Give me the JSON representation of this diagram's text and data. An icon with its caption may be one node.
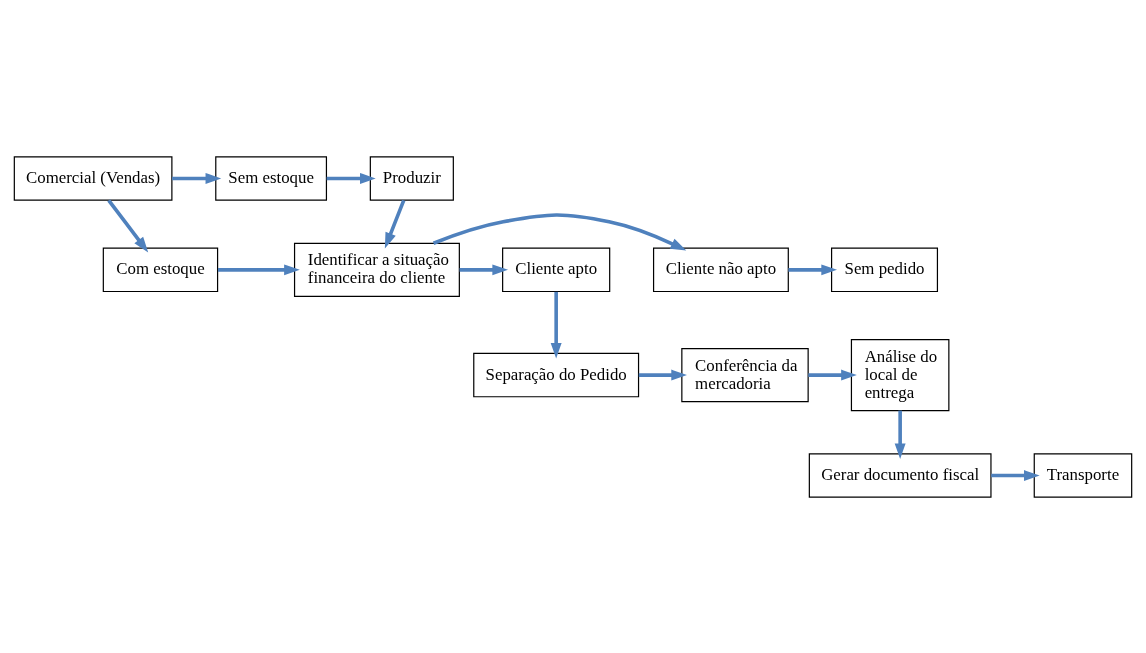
{
  "diagram": {
    "nodes": [
      {
        "text": [
          "Comercial (Vendas)"
        ]
      },
      {
        "text": [
          "Sem estoque"
        ]
      },
      {
        "text": [
          "Produzir"
        ]
      },
      {
        "text": [
          "Com estoque"
        ]
      },
      {
        "text": [
          "Identificar a situação financeira do cliente"
        ]
      },
      {
        "text": [
          "Cliente não apto"
        ]
      },
      {
        "text": [
          "Sem pedido"
        ]
      },
      {
        "text": [
          "Cliente apto"
        ]
      },
      {
        "text": [
          "Separação do Pedido"
        ]
      },
      {
        "text": [
          "Conferência da mercadoria"
        ]
      },
      {
        "text": [
          "Análise do local de entrega"
        ]
      },
      {
        "text": [
          "Gerar documento fiscal"
        ]
      },
      {
        "text": [
          "Transporte"
        ]
      }
    ],
    "edges": [
      {
        "from": 0,
        "to": 1,
        "arrow": "to"
      },
      {
        "from": 1,
        "to": 2,
        "arrow": "to"
      },
      {
        "from": 0,
        "to": 3,
        "arrow": "to"
      },
      {
        "from": 2,
        "to": 4,
        "arrow": "to"
      },
      {
        "from": 3,
        "to": 4,
        "arrow": "to"
      },
      {
        "from": 4,
        "to": 5,
        "arrow": "to"
      },
      {
        "from": 5,
        "to": 6,
        "arrow": "to"
      },
      {
        "from": 4,
        "to": 7,
        "arrow": "to"
      },
      {
        "from": 7,
        "to": 8,
        "arrow": "to"
      },
      {
        "from": 8,
        "to": 9,
        "arrow": "to"
      },
      {
        "from": 9,
        "to": 10,
        "arrow": "to"
      },
      {
        "from": 10,
        "to": 11,
        "arrow": "to"
      },
      {
        "from": 11,
        "to": 12,
        "arrow": "to"
      }
    ]
  }
}
